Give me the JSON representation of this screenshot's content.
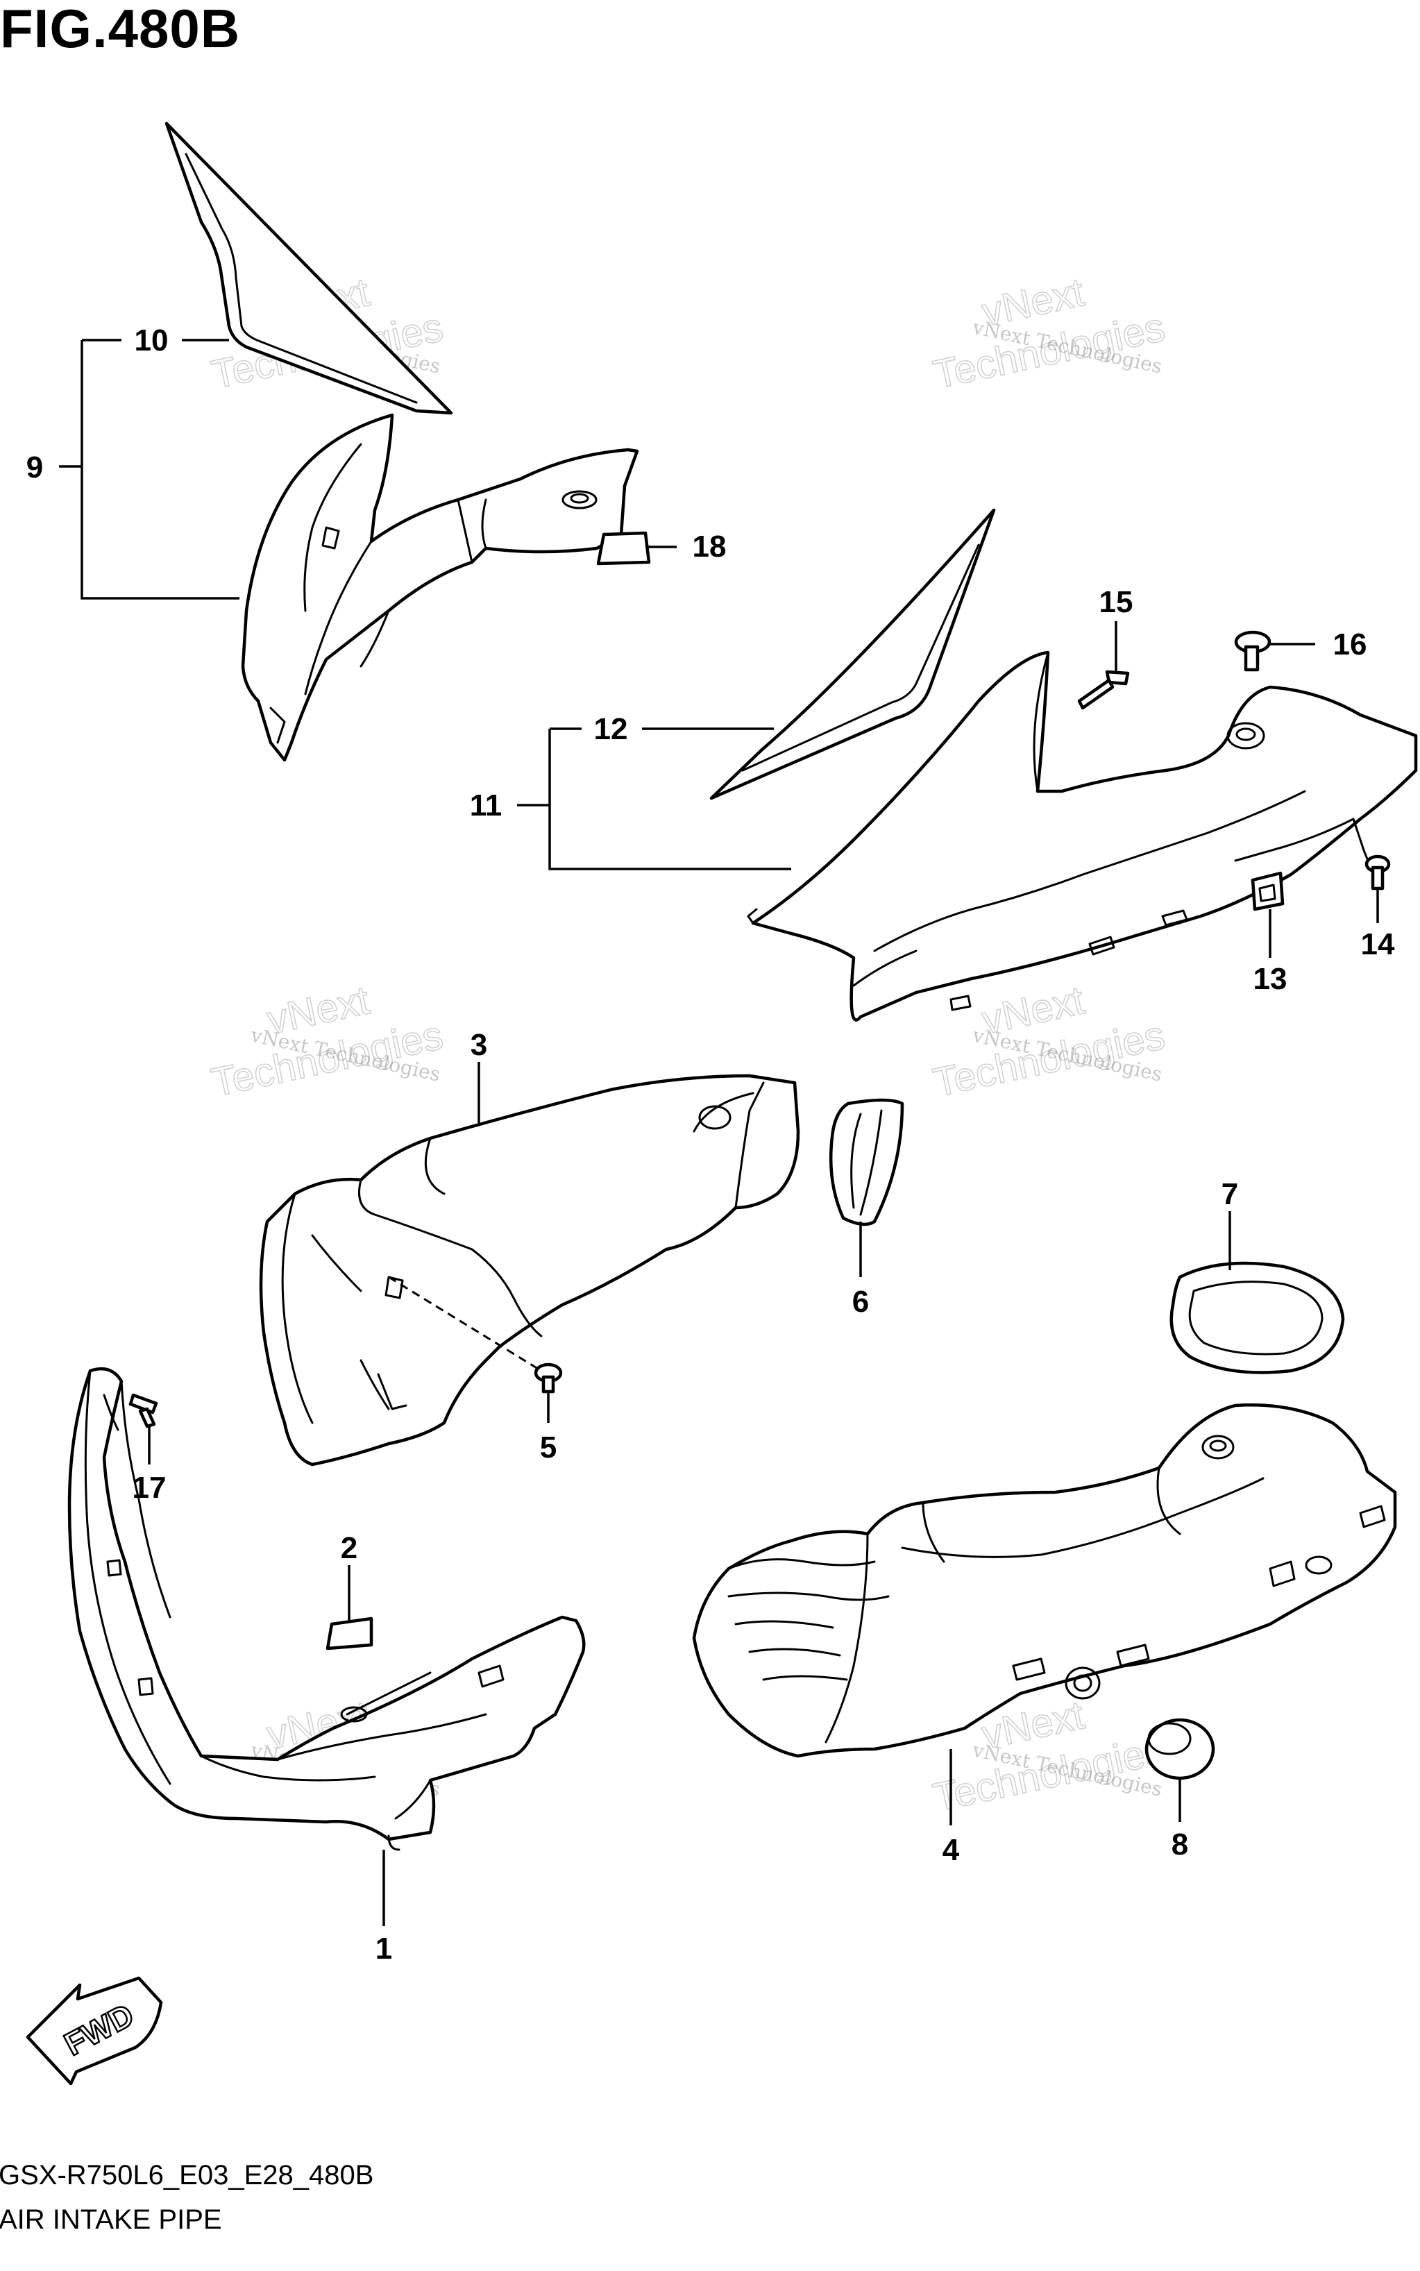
{
  "figure": {
    "title": "FIG.480B",
    "model_code": "GSX-R750L6_E03_E28_480B",
    "section_name": "AIR INTAKE PIPE"
  },
  "direction_badge": {
    "label": "FWD"
  },
  "callouts": {
    "c1": "1",
    "c2": "2",
    "c3": "3",
    "c4": "4",
    "c5": "5",
    "c6": "6",
    "c7": "7",
    "c8": "8",
    "c9": "9",
    "c10": "10",
    "c11": "11",
    "c12": "12",
    "c13": "13",
    "c14": "14",
    "c15": "15",
    "c16": "16",
    "c17": "17",
    "c18": "18"
  },
  "watermark": {
    "line1": "vNext Technologies",
    "line2": "vNext",
    "line3": "Technologies"
  }
}
